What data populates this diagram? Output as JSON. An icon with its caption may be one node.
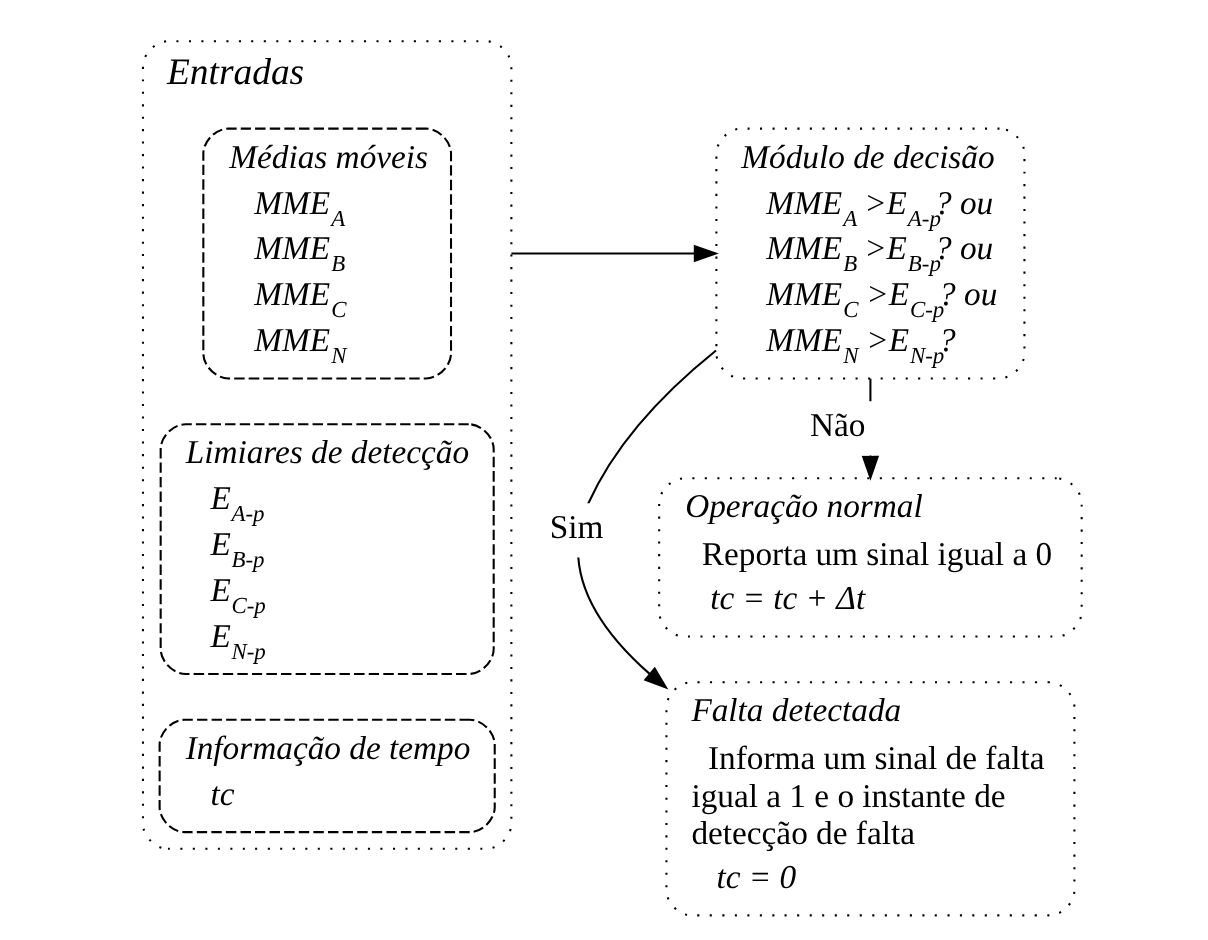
{
  "diagram": {
    "nodes": [
      {
        "text": [
          "Entradas"
        ]
      },
      {
        "text": [
          "Médias móveis",
          "MME$_{A}$",
          "MME$_{B}$",
          "MME$_{C}$",
          "MME$_{N}$"
        ],
        "in": 0
      },
      {
        "text": [
          "Limiares de detecção",
          "E$_{A-p}$",
          "E$_{B-p}$",
          "E$_{C-p}$",
          "E$_{N-p}$"
        ],
        "in": 0
      },
      {
        "text": [
          "Informação de tempo",
          "tc"
        ],
        "in": 0
      },
      {
        "text": [
          "Módulo de decisão",
          "MME$_{A}$ >E$_{A-p}$? ou",
          "MME$_{B}$ >E$_{B-p}$? ou",
          "MME$_{C}$ >E$_{C-p}$? ou",
          "MME$_{N}$ >E$_{N-p}$?"
        ]
      },
      {
        "text": [
          "Falta detectada",
          "Informa um sinal de falta igual a 1 e o instante de detecção de falta",
          "tc = 0"
        ]
      },
      {
        "text": [
          "Operação normal",
          "Reporta um sinal igual a 0",
          "tc = tc + Δt"
        ]
      }
    ],
    "edges": [
      {
        "from": 0,
        "to": 4,
        "arrow": "to"
      },
      {
        "from": 4,
        "to": 5,
        "arrow": "to",
        "label": "Sim"
      },
      {
        "from": 4,
        "to": 6,
        "arrow": "to",
        "label": "Não"
      }
    ]
  }
}
